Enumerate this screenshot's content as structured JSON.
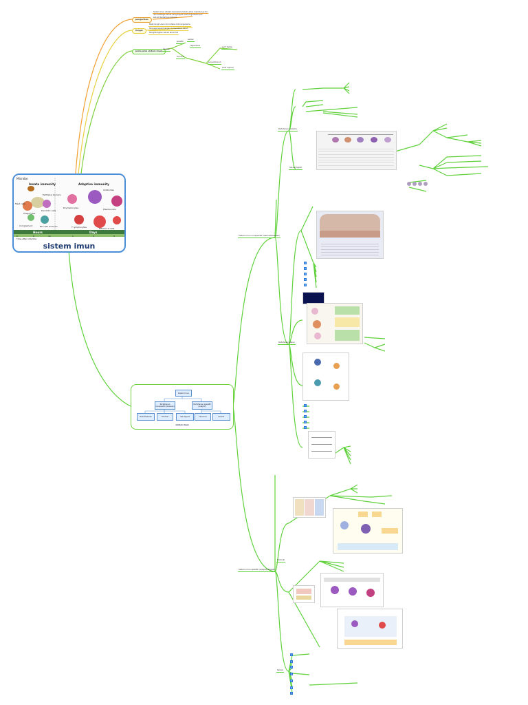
{
  "central": {
    "title": "sistem imun",
    "image": {
      "label_microbe": "Microbe",
      "label_innate": "Innate immunity",
      "label_adaptive": "Adaptive immunity",
      "label_epithelial": "Epithelial barriers",
      "label_antibodies": "Antibodies",
      "label_mast": "Mast cells",
      "label_dendritic": "Dendritic cells",
      "label_phagocytes": "Phagocytes",
      "label_b": "B lymphocytes",
      "label_plasma": "Plasma cells",
      "label_complement": "Complement",
      "label_nk": "NK cells and ILCs",
      "label_t": "T lymphocytes",
      "label_effector": "Effector T cells",
      "label_hours": "Hours",
      "label_days": "Days",
      "time_ticks": [
        "0",
        "6",
        "12",
        "1",
        "3",
        "5"
      ],
      "label_time": "Time after infection"
    }
  },
  "top_branches": [
    {
      "label": "pengertian",
      "children": [
        "Sistem imun adalah mekanisme tubuh untuk melindungi diri",
        "dari berbagai benda asing seperti mikroorganisme dan",
        "zat-zat berbahaya lainnya."
      ]
    },
    {
      "label": "fungsi",
      "children": [
        "Melindungi tubuh dari infeksi mikroorganisme",
        "Menjaga keseimbangan homeostasis tubuh",
        "Menghilangkan sel-sel abnormal"
      ]
    },
    {
      "label": "jenis-jenis sistem imun",
      "children": [
        "bawaan",
        "spesifik",
        "humoral",
        "seluler",
        "fagositosis",
        "sel pembunuh",
        "sel T helper",
        "sel B memori"
      ]
    }
  ],
  "org_chart": {
    "root": "Sistem Imun",
    "level2": [
      "Pertahanan nonspesifik (bawaan)",
      "Pertahanan spesifik (adaptif)"
    ],
    "level3": [
      "Fisik/mekanik",
      "Kimiawi",
      "Sel fagosit",
      "Humoral",
      "Seluler"
    ],
    "caption": "sistem imun"
  },
  "branch_labels": {
    "nonspesifik": "Sistem imun nonspesifik (alamiah/bawaan)",
    "spesifik": "Sistem imun spesifik (adaptif/didapat)",
    "pertahanan_pertama": "Pertahanan pertama",
    "pertahanan_kedua": "Pertahanan kedua",
    "humoral": "Humoral",
    "seluler": "Seluler",
    "fagosit": "Sel-sel fagosit"
  }
}
